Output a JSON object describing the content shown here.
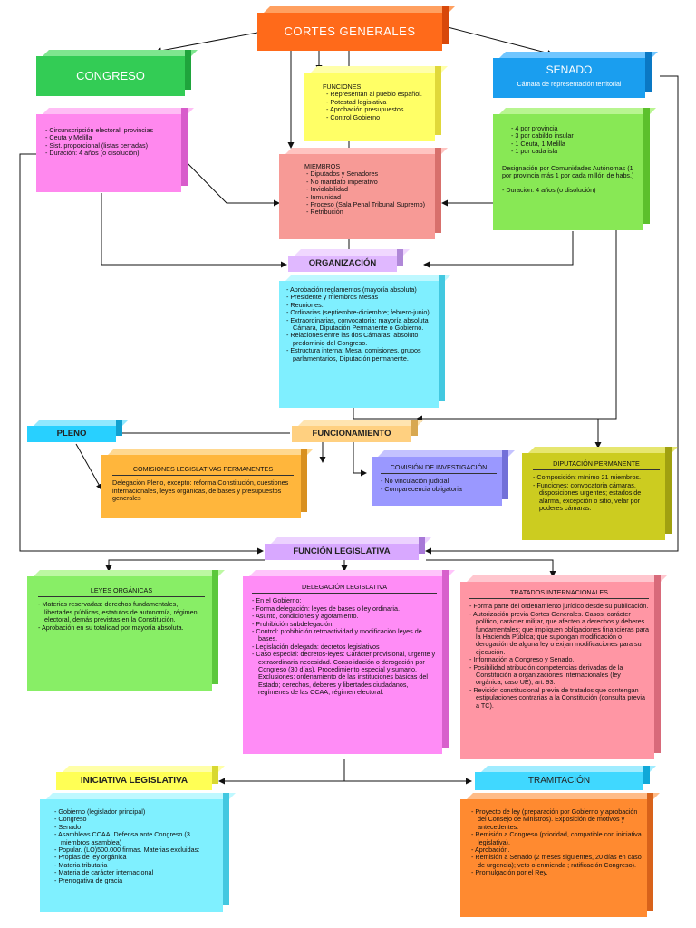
{
  "cortes": {
    "title": "CORTES GENERALES",
    "color": "#ff6a1a"
  },
  "congreso": {
    "title": "CONGRESO",
    "color": "#33cc55",
    "items": [
      "- Circunscripción electoral: provincias",
      "- Ceuta y Melilla",
      "- Sist. proporcional (listas cerradas)",
      "- Duración: 4 años (o disolución)"
    ]
  },
  "senado": {
    "title": "SENADO",
    "subtitle": "Cámara de representación territorial",
    "color": "#1a9eef",
    "items": [
      "- 4 por provincia",
      "- 3 por cabildo insular",
      "- 1 Ceuta, 1 Melilla",
      "- 1 por cada isla"
    ],
    "designacion": "Designación por Comunidades Autónomas (1 por provincia más 1 por cada millón de habs.)",
    "duracion": "- Duración: 4 años (o disolución)"
  },
  "funciones": {
    "title": "FUNCIONES:",
    "items": [
      "- Representan al pueblo español.",
      "- Potestad legislativa",
      "- Aprobación presupuestos",
      "- Control Gobierno"
    ]
  },
  "miembros": {
    "title": "MIEMBROS",
    "items": [
      "- Diputados y Senadores",
      "- No mandato imperativo",
      "- Inviolabilidad",
      "- Inmunidad",
      "- Proceso (Sala Penal Tribunal Supremo)",
      "- Retribución"
    ]
  },
  "organizacion": {
    "title": "ORGANIZACIÓN",
    "items": [
      "- Aprobación reglamentos (mayoría absoluta)",
      "- Presidente y miembros Mesas",
      "- Reuniones:"
    ],
    "reuniones": [
      "- Ordinarias (septiembre-diciembre; febrero-junio)",
      "- Extraordinarias, convocatoria: mayoría absoluta Cámara, Diputación Permanente o Gobierno."
    ],
    "items2": [
      "- Relaciones entre las dos Cámaras: absoluto predominio del Congreso.",
      "- Estructura interna: Mesa, comisiones, grupos parlamentarios, Diputación permanente."
    ]
  },
  "pleno": {
    "title": "PLENO"
  },
  "funcionamiento": {
    "title": "FUNCIONAMIENTO"
  },
  "comisiones": {
    "title": "COMISIONES LEGISLATIVAS PERMANENTES",
    "text": "Delegación Pleno, excepto: reforma Constitución, cuestiones internacionales, leyes orgánicas, de bases y presupuestos generales"
  },
  "investigacion": {
    "title": "COMISIÓN DE INVESTIGACIÓN",
    "items": [
      "- No vinculación judicial",
      "- Comparecencia obligatoria"
    ]
  },
  "diputacion": {
    "title": "DIPUTACIÓN PERMANENTE",
    "items": [
      "- Composición: mínimo 21 miembros.",
      "- Funciones: convocatoria cámaras, disposiciones urgentes; estados de alarma, excepción o sitio, velar por poderes cámaras."
    ]
  },
  "funcion_legislativa": {
    "title": "FUNCIÓN LEGISLATIVA"
  },
  "leyes": {
    "title": "LEYES ORGÁNICAS",
    "items": [
      "- Materias reservadas: derechos fundamentales, libertades públicas, estatutos de autonomía, régimen electoral, demás previstas en la Constitución.",
      "- Aprobación en su totalidad por mayoría absoluta."
    ]
  },
  "delegacion": {
    "title": "DELEGACIÓN LEGISLATIVA",
    "items": [
      "- En el Gobierno:"
    ],
    "gobierno": [
      "- Forma delegación: leyes de bases o ley ordinaria.",
      "- Asunto, condiciones y agotamiento.",
      "- Prohibición subdelegación."
    ],
    "items2": [
      "- Control: prohibición retroactividad y modificación leyes de bases.",
      "- Legislación delegada: decretos legislativos",
      "- Caso especial: decretos-leyes: Carácter provisional, urgente y extraordinaria necesidad. Consolidación o derogación por Congreso (30 días). Procedimiento especial y sumario. Exclusiones: ordenamiento de las instituciones básicas del Estado; derechos, deberes y libertades ciudadanos, regímenes de las CCAA, régimen electoral."
    ]
  },
  "tratados": {
    "title": "TRATADOS INTERNACIONALES",
    "items": [
      "- Forma parte del ordenamiento jurídico desde su publicación.",
      "- Autorización previa Cortes Generales. Casos: carácter político, carácter militar, que afecten a derechos y deberes fundamentales; que impliquen obligaciones financieras para la Hacienda Pública; que supongan modificación o derogación de alguna ley o exijan modificaciones para su ejecución.",
      "- Información a Congreso y Senado.",
      "- Posibilidad atribución competencias derivadas de la Constitución a organizaciones internacionales (ley orgánica; caso UE); art. 93.",
      "- Revisión constitucional previa de tratados que contengan estipulaciones contrarias a la Constitución (consulta previa a TC)."
    ]
  },
  "iniciativa": {
    "title": "INICIATIVA LEGISLATIVA",
    "items": [
      "- Gobierno (legislador principal)",
      "- Congreso",
      "- Senado",
      "- Asambleas CCAA. Defensa ante Congreso (3 miembros asamblea)",
      "- Popular. (LO)500.000 firmas. Materias excluidas:"
    ],
    "excluidas": [
      "- Propias de ley orgánica",
      "- Materia tributaria",
      "- Materia de carácter internacional",
      "- Prerrogativa de gracia"
    ]
  },
  "tramitacion": {
    "title": "TRAMITACIÓN",
    "items": [
      "- Proyecto de ley (preparación por Gobierno y aprobación del Consejo de Ministros). Exposición de motivos y antecedentes.",
      "- Remisión a Congreso (prioridad, compatible con iniciativa legislativa).",
      "- Aprobación.",
      "- Remisión a Senado (2 meses siguientes, 20 días en caso de urgencia); veto o enmienda ; ratificación Congreso).",
      "- Promulgación por el Rey."
    ]
  }
}
